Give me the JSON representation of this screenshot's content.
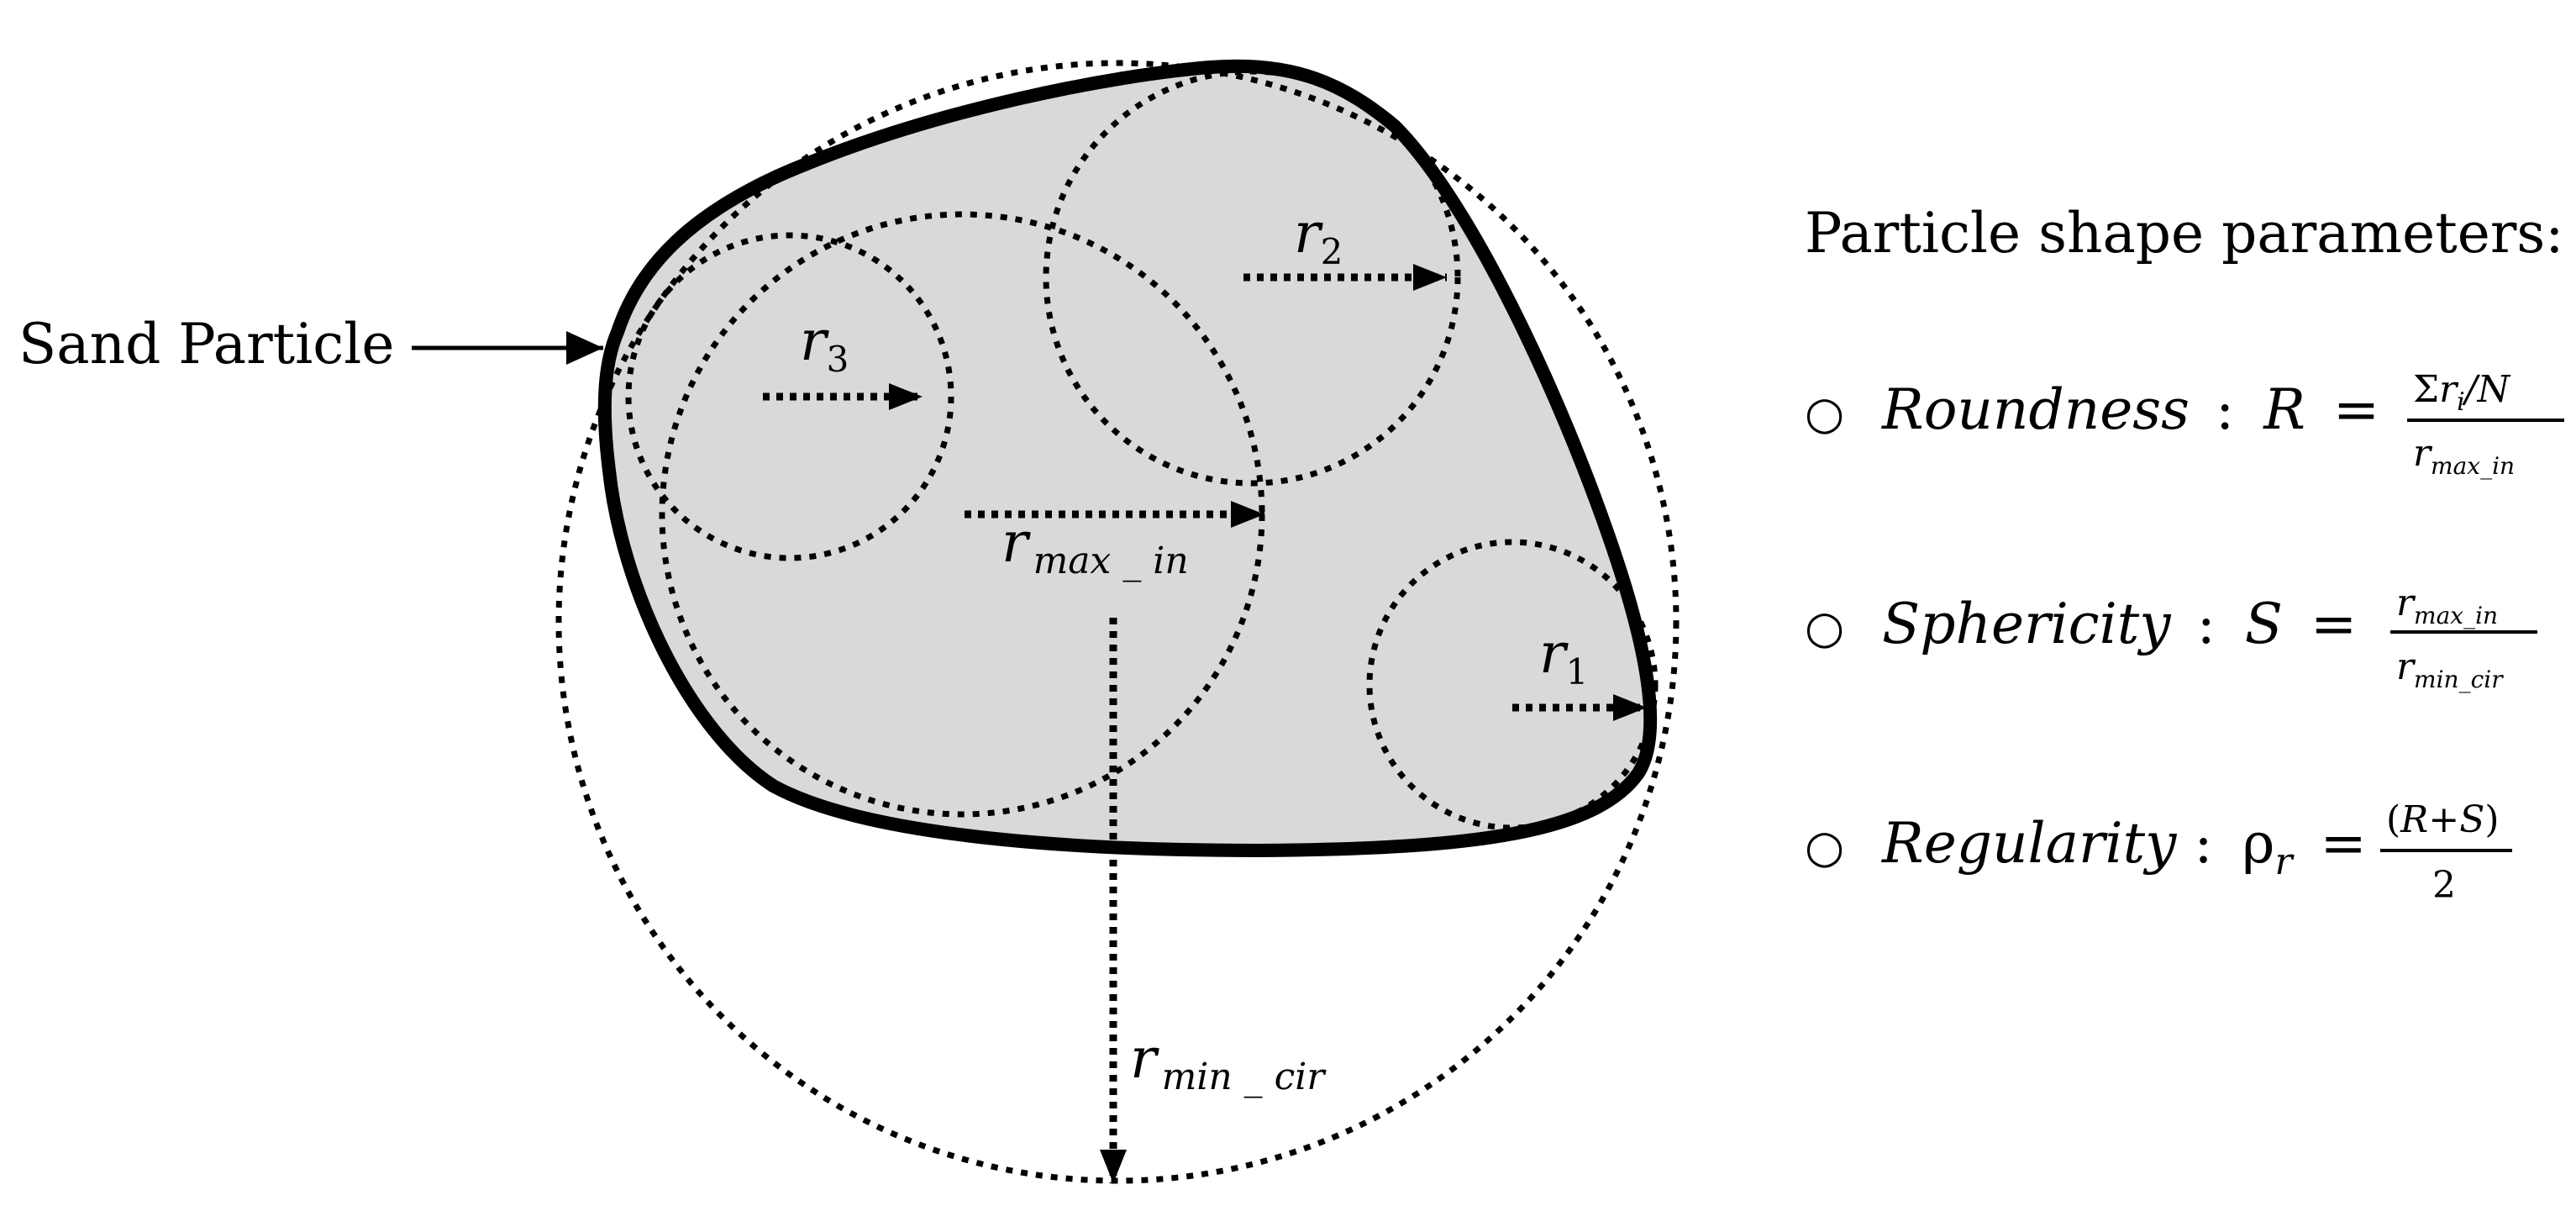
{
  "particle_label": "Sand Particle",
  "radii": {
    "r1": {
      "base": "r",
      "sub": "1"
    },
    "r2": {
      "base": "r",
      "sub": "2"
    },
    "r3": {
      "base": "r",
      "sub": "3"
    },
    "r_max_in": {
      "base": "r",
      "sub": "max _ in"
    },
    "r_min_cir": {
      "base": "r",
      "sub": "min _ cir"
    }
  },
  "panel": {
    "heading": "Particle shape parameters:",
    "bullet": "○",
    "params": [
      {
        "name": "Roundness",
        "sep": ":",
        "symbol": "R",
        "eq": "=",
        "numerator": {
          "prefix": "Σ",
          "base": "r",
          "sub": "i",
          "suffix": "/N"
        },
        "denominator": {
          "base": "r",
          "sub": "max_in"
        }
      },
      {
        "name": "Sphericity",
        "sep": ":",
        "symbol": "S",
        "eq": "=",
        "numerator": {
          "base": "r",
          "sub": "max_in"
        },
        "denominator": {
          "base": "r",
          "sub": "min_cir"
        }
      },
      {
        "name": "Regularity",
        "sep": ":",
        "symbol": "ρ",
        "symbol_sub": "r",
        "eq": "=",
        "numerator": {
          "open": "(",
          "a": "R",
          "plus": "+",
          "b": "S",
          "close": ")"
        },
        "denominator": {
          "value": "2"
        }
      }
    ]
  },
  "colors": {
    "particle_fill": "#d9d9d9",
    "outline": "#000000",
    "background": "#ffffff"
  }
}
